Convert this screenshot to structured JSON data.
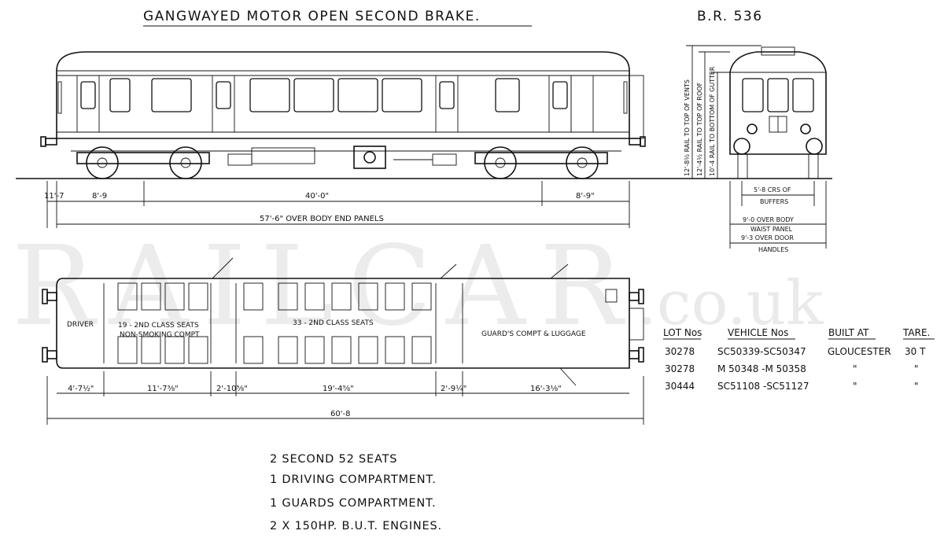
{
  "title": "GANGWAYED MOTOR OPEN SECOND BRAKE.",
  "diagram_ref": "B.R. 536",
  "watermark": {
    "main": "RAILCAR",
    "suffix": ".co.uk"
  },
  "side_elevation": {
    "dims": {
      "end_overhang": "11'-7",
      "wheelbase_left": "8'-9",
      "bogie_centres": "40'-0\"",
      "wheelbase_right": "8'-9\"",
      "over_body": "57'-6\" OVER BODY END PANELS"
    }
  },
  "end_elevation": {
    "height_labels": [
      "12'-8½ RAIL TO TOP OF VENTS",
      "12'-4½ RAIL TO TOP OF ROOF",
      "10'-4 RAIL TO BOTTOM OF GUTTER"
    ],
    "buffers": [
      "5'-8 CRS OF",
      "BUFFERS"
    ],
    "waist": [
      "9'-0 OVER BODY",
      "WAIST PANEL"
    ],
    "handles": [
      "9'-3 OVER DOOR",
      "HANDLES"
    ]
  },
  "plan": {
    "labels": {
      "driver": "DRIVER",
      "first_saloon": [
        "19 - 2ND CLASS SEATS",
        "NON-SMOKING COMPT"
      ],
      "main_saloon": "33 - 2ND CLASS SEATS",
      "guards": "GUARD'S COMPT & LUGGAGE"
    },
    "dims": [
      "4'-7½\"",
      "11'-7⅜\"",
      "2'-10⅝\"",
      "19'-4⅝\"",
      "2'-9¼\"",
      "16'-3⅛\""
    ],
    "overall": "60'-8"
  },
  "lot_table": {
    "headers": [
      "LOT Nos",
      "VEHICLE Nos",
      "BUILT AT",
      "TARE."
    ],
    "rows": [
      [
        "30278",
        "SC50339-SC50347",
        "GLOUCESTER",
        "30 T"
      ],
      [
        "30278",
        "M 50348 -M 50358",
        "\"",
        "\""
      ],
      [
        "30444",
        "SC51108 -SC51127",
        "\"",
        "\""
      ]
    ]
  },
  "notes": [
    "2 SECOND   52 SEATS",
    "1 DRIVING  COMPARTMENT.",
    "1 GUARDS  COMPARTMENT.",
    "2 X 150HP. B.U.T. ENGINES."
  ]
}
